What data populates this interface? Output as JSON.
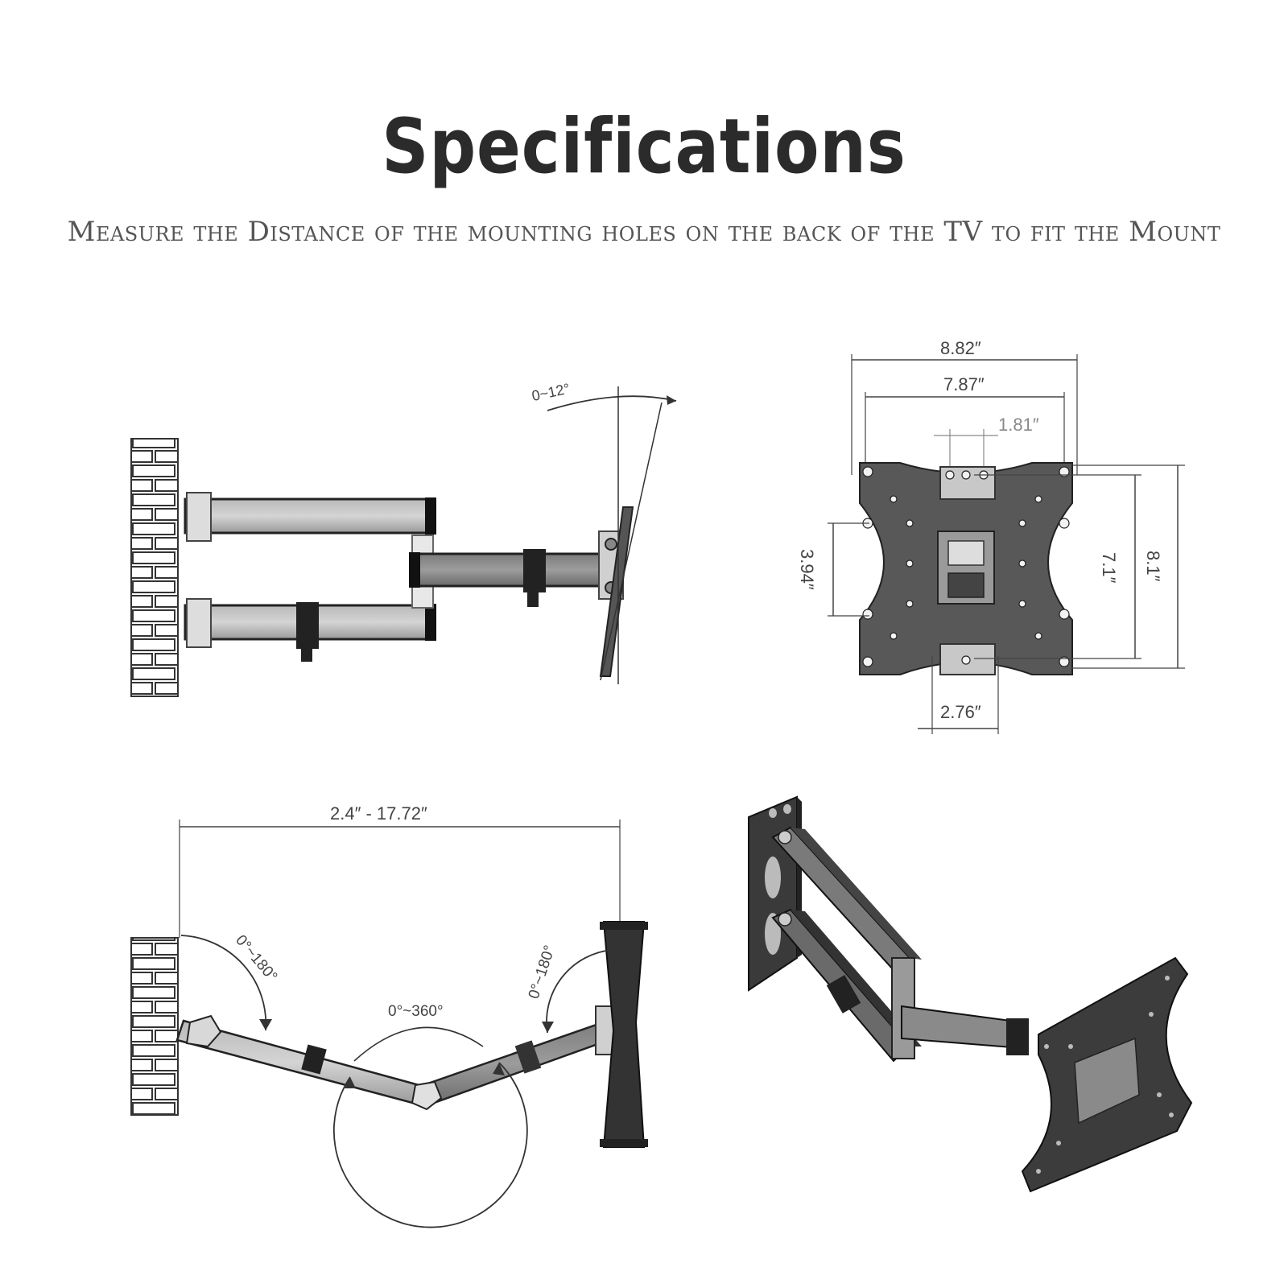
{
  "header": {
    "title": "Specifications",
    "subtitle": "Measure the Distance of the mounting holes on the back of the TV to fit the Mount"
  },
  "side_view": {
    "tilt_label": "0~12°"
  },
  "plate_view": {
    "width_outer": "8.82″",
    "width_inner": "7.87″",
    "width_small": "1.81″",
    "height_left": "3.94″",
    "height_inner": "7.1″",
    "height_outer": "8.1″",
    "bottom_width": "2.76″"
  },
  "top_view": {
    "extension": "2.4″ - 17.72″",
    "wall_angle": "0°~180°",
    "middle_angle": "0°~360°",
    "tv_angle": "0°~180°"
  }
}
